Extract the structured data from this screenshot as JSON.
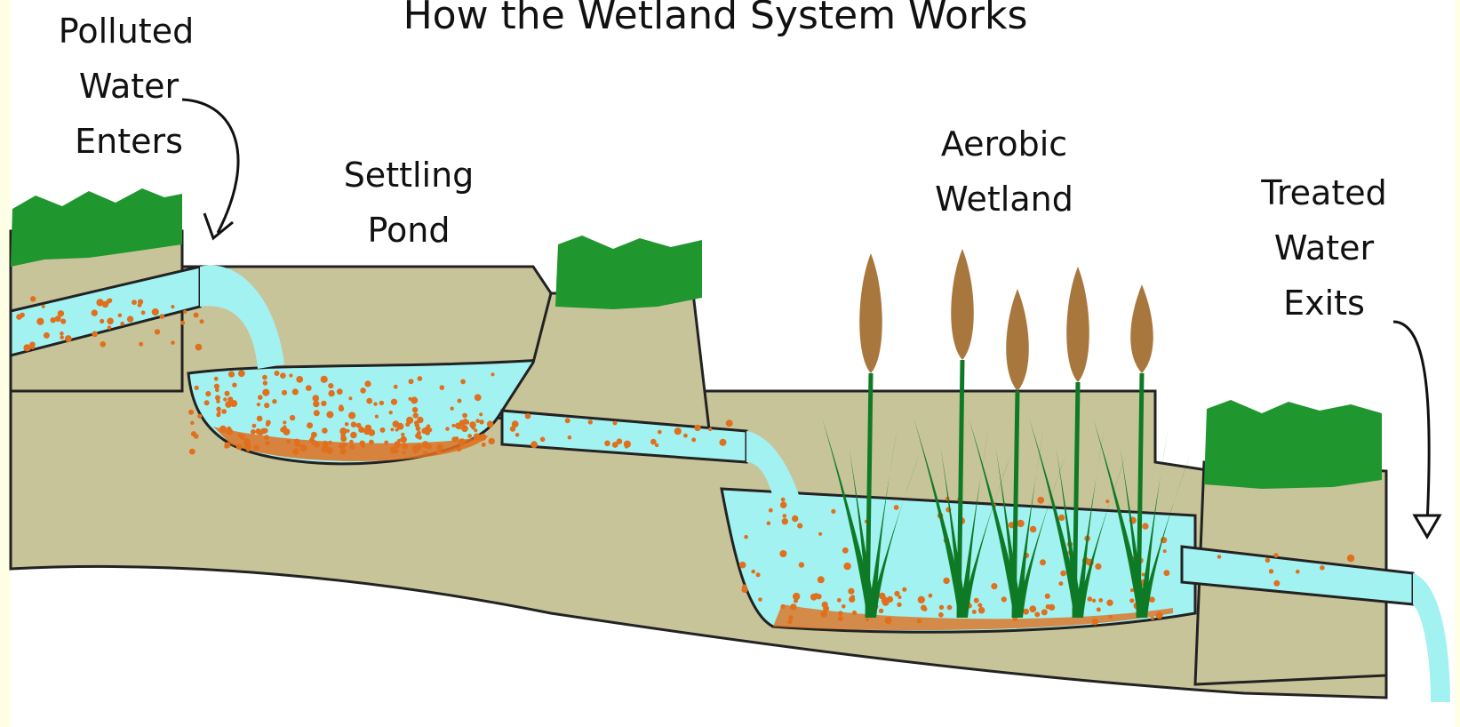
{
  "title": "How the Wetland System Works",
  "labels": {
    "inlet": [
      "Polluted",
      "Water",
      "Enters"
    ],
    "settling": [
      "Settling",
      "Pond"
    ],
    "aerobic": [
      "Aerobic",
      "Wetland"
    ],
    "outlet": [
      "Treated",
      "Water",
      "Exits"
    ]
  },
  "colors": {
    "background": "#ffffe6",
    "panel": "#ffffff",
    "soil": "#c8c49a",
    "grass": "#20962f",
    "water": "#a3f2f2",
    "sediment": "#e0701e",
    "reed_stem": "#0f7a25",
    "cattail_head": "#a8773d"
  },
  "icons": [
    "arrow-down-icon",
    "arrow-curved-icon"
  ]
}
